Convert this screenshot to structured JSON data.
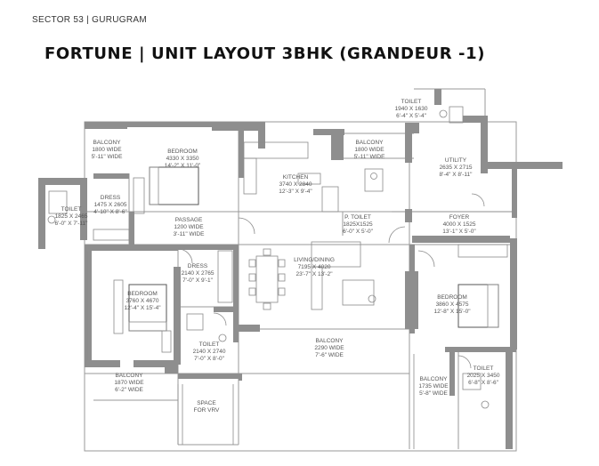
{
  "header": {
    "sector": "SECTOR 53 | GURUGRAM",
    "title": "FORTUNE | UNIT LAYOUT 3BHK (GRANDEUR -1)"
  },
  "rooms": {
    "toilet_top": [
      "TOILET",
      "1940 X 1630",
      "6'-4\" X 5'-4\""
    ],
    "balcony_top_left": [
      "BALCONY",
      "1800 WIDE",
      "5'-11\" WIDE"
    ],
    "bedroom_1": [
      "BEDROOM",
      "4330 X 3350",
      "14'-2\" X 11'-0\""
    ],
    "balcony_top_mid": [
      "BALCONY",
      "1800 WIDE",
      "5'-11\" WIDE"
    ],
    "utility": [
      "UTILITY",
      "2635 X 2715",
      "8'-4\" X 8'-11\""
    ],
    "kitchen": [
      "KITCHEN",
      "3740 X 2840",
      "12'-3\" X 9'-4\""
    ],
    "dress_1": [
      "DRESS",
      "1475 X 2605",
      "4'-10\" X 8'-6\""
    ],
    "toilet_left": [
      "TOILET",
      "1825 X 2465",
      "6'-0\" X 7'-11\""
    ],
    "passage": [
      "PASSAGE",
      "1200 WIDE",
      "3'-11\" WIDE"
    ],
    "p_toilet": [
      "P. TOILET",
      "1825X1525",
      "6'-0\" X 5'-0\""
    ],
    "foyer": [
      "FOYER",
      "4000 X 1525",
      "13'-1\" X 5'-0\""
    ],
    "dress_2": [
      "DRESS",
      "2140 X 2765",
      "7'-0\" X 9'-1\""
    ],
    "living_dining": [
      "LIVING/DINING",
      "7195 X 4020",
      "23'-7\" X 13'-2\""
    ],
    "bedroom_2": [
      "BEDROOM",
      "3760 X 4670",
      "12'-4\" X 15'-4\""
    ],
    "bedroom_3": [
      "BEDROOM",
      "3860 X 4575",
      "12'-8\" X 15'-0\""
    ],
    "toilet_mid": [
      "TOILET",
      "2140 X 2740",
      "7'-0\" X 8'-0\""
    ],
    "balcony_mid": [
      "BALCONY",
      "2290 WIDE",
      "7'-6\" WIDE"
    ],
    "balcony_bottom_left": [
      "BALCONY",
      "1870 WIDE",
      "6'-2\" WIDE"
    ],
    "balcony_bottom_right": [
      "BALCONY",
      "1735 WIDE",
      "5'-8\" WIDE"
    ],
    "toilet_bottom_right": [
      "TOILET",
      "2025 X 3450",
      "6'-8\" X 8'-6\""
    ],
    "space_vrv": [
      "SPACE",
      "FOR VRV"
    ]
  }
}
